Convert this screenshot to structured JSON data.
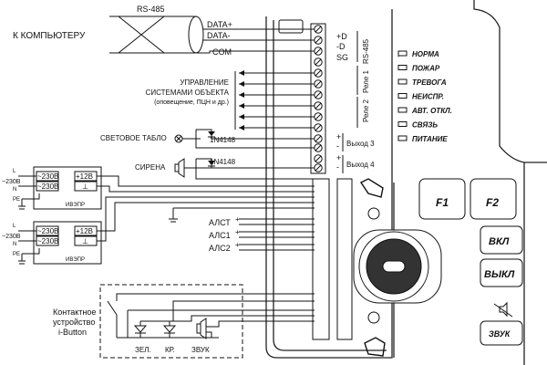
{
  "interface": {
    "bus_name": "RS-485",
    "computer_label": "К КОМПЬЮТЕРУ",
    "lines": [
      "DATA+",
      "DATA-",
      "COM"
    ],
    "terminal_labels": [
      "+D",
      "-D",
      "SG"
    ],
    "terminal_group": "RS-485"
  },
  "relays": {
    "caption_lines": [
      "УПРАВЛЕНИЕ",
      "СИСТЕМАМИ ОБЪЕКТА",
      "(оповещение, ПЦН и др.)"
    ],
    "relay1": "Реле 1",
    "relay2": "Реле 2"
  },
  "outputs": {
    "lamp_label": "СВЕТОВОЕ ТАБЛО",
    "siren_label": "СИРЕНА",
    "diode": "1N4148",
    "output3": "Выход 3",
    "output4": "Выход 4",
    "plus": "+",
    "minus": "-"
  },
  "power_supplies": [
    {
      "mains": "~230В",
      "l": "L",
      "n": "N",
      "pe": "PE",
      "in1": "~230В",
      "in2": "~230В",
      "out": "+12В",
      "gnd": "⊥",
      "name": "ИВЭПР"
    },
    {
      "mains": "~230В",
      "l": "L",
      "n": "N",
      "pe": "PE",
      "in1": "~230В",
      "in2": "~230В",
      "out": "+12В",
      "gnd": "⊥",
      "name": "ИВЭПР"
    }
  ],
  "loops": [
    "АЛСТ",
    "АЛС1",
    "АЛС2"
  ],
  "ibutton": {
    "label_lines": [
      "Контактное",
      "устройство",
      "i-Button"
    ],
    "green": "ЗЕЛ.",
    "red": "КР.",
    "sound": "ЗВУК"
  },
  "indicators": [
    "НОРМА",
    "ПОЖАР",
    "ТРЕВОГА",
    "НЕИСПР.",
    "АВТ. ОТКЛ.",
    "СВЯЗЬ",
    "ПИТАНИЕ"
  ],
  "keys": {
    "f1": "F1",
    "f2": "F2",
    "on": "ВКЛ",
    "off": "ВЫКЛ",
    "sound": "ЗВУК"
  }
}
